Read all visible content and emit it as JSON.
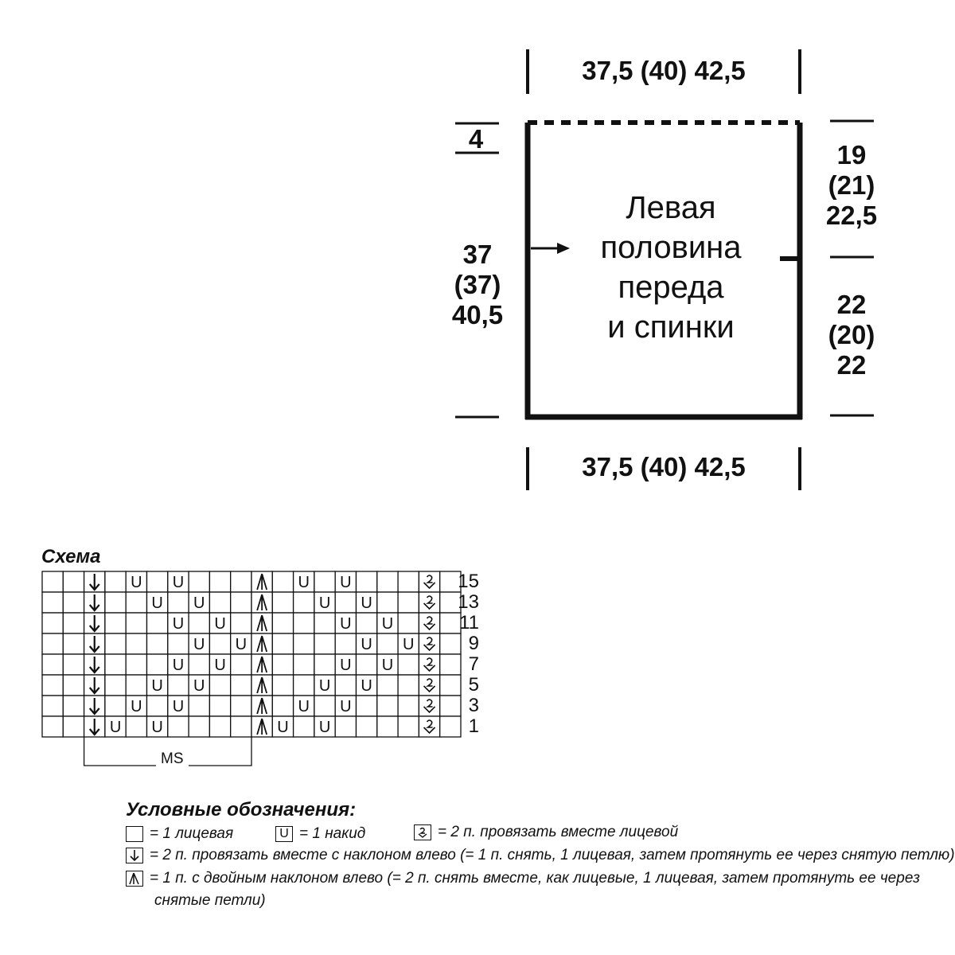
{
  "schematic": {
    "top_width": "37,5 (40) 42,5",
    "bottom_width": "37,5 (40) 42,5",
    "top_left_offset": "4",
    "left_height": [
      "37",
      "(37)",
      "40,5"
    ],
    "right_upper": [
      "19",
      "(21)",
      "22,5"
    ],
    "right_lower": [
      "22",
      "(20)",
      "22"
    ],
    "panel_label": [
      "Левая",
      "половина",
      "переда",
      "и спинки"
    ]
  },
  "chart": {
    "heading": "Схема",
    "row_numbers": [
      "15",
      "13",
      "11",
      "9",
      "7",
      "5",
      "3",
      "1"
    ],
    "repeat_label": "MS",
    "symbols": {
      "yarn_over": "U",
      "k2tog": "k2tog-icon",
      "ssk": "ssk-icon",
      "double_decrease": "double-decrease-icon"
    },
    "rows": [
      [
        0,
        0,
        3,
        0,
        1,
        0,
        1,
        0,
        0,
        0,
        4,
        0,
        1,
        0,
        1,
        0,
        0,
        0,
        2,
        0
      ],
      [
        0,
        0,
        3,
        0,
        0,
        1,
        0,
        1,
        0,
        0,
        4,
        0,
        0,
        1,
        0,
        1,
        0,
        0,
        2,
        0
      ],
      [
        0,
        0,
        3,
        0,
        0,
        0,
        1,
        0,
        1,
        0,
        4,
        0,
        0,
        0,
        1,
        0,
        1,
        0,
        2,
        0
      ],
      [
        0,
        0,
        3,
        0,
        0,
        0,
        0,
        1,
        0,
        1,
        4,
        0,
        0,
        0,
        0,
        1,
        0,
        1,
        2,
        0
      ],
      [
        0,
        0,
        3,
        0,
        0,
        0,
        1,
        0,
        1,
        0,
        4,
        0,
        0,
        0,
        1,
        0,
        1,
        0,
        2,
        0
      ],
      [
        0,
        0,
        3,
        0,
        0,
        1,
        0,
        1,
        0,
        0,
        4,
        0,
        0,
        1,
        0,
        1,
        0,
        0,
        2,
        0
      ],
      [
        0,
        0,
        3,
        0,
        1,
        0,
        1,
        0,
        0,
        0,
        4,
        0,
        1,
        0,
        1,
        0,
        0,
        0,
        2,
        0
      ],
      [
        0,
        0,
        3,
        1,
        0,
        1,
        0,
        0,
        0,
        0,
        4,
        1,
        0,
        1,
        0,
        0,
        0,
        0,
        2,
        0
      ]
    ]
  },
  "legend": {
    "heading": "Условные обозначения:",
    "knit": "= 1 лицевая",
    "yarn_over_symbol": "U",
    "yarn_over": "= 1 накид",
    "k2tog": "= 2 п. провязать вместе лицевой",
    "ssk": "= 2 п. провязать вместе с наклоном влево (= 1 п. снять, 1 лицевая, затем протянуть ее через снятую петлю)",
    "double_decrease_line1": "= 1 п. с двойным наклоном влево (= 2 п. снять вместе, как лицевые, 1 лицевая, затем протянуть ее через",
    "double_decrease_line2": "снятые петли)"
  }
}
